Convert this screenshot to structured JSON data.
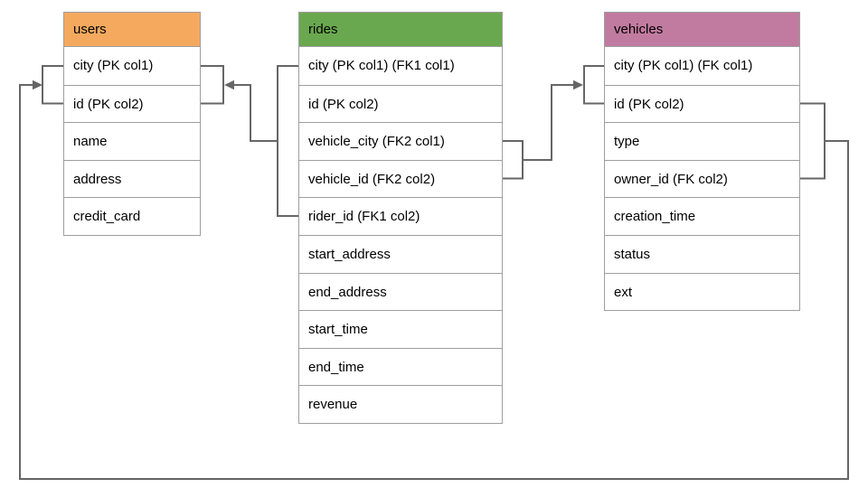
{
  "diagram": {
    "background_color": "#ffffff",
    "line_color": "#666666",
    "border_color": "#9e9e9e",
    "text_color": "#000000",
    "tables": [
      {
        "id": "users",
        "title": "users",
        "header_color": "#f5a95f",
        "columns": [
          "city (PK col1)",
          "id (PK col2)",
          "name",
          "address",
          "credit_card"
        ]
      },
      {
        "id": "rides",
        "title": "rides",
        "header_color": "#6aa84f",
        "columns": [
          "city (PK col1) (FK1 col1)",
          "id (PK col2)",
          "vehicle_city (FK2 col1)",
          "vehicle_id (FK2 col2)",
          "rider_id (FK1 col2)",
          "start_address",
          "end_address",
          "start_time",
          "end_time",
          "revenue"
        ]
      },
      {
        "id": "vehicles",
        "title": "vehicles",
        "header_color": "#c27ba0",
        "columns": [
          "city (PK col1) (FK col1)",
          "id (PK col2)",
          "type",
          "owner_id (FK col2)",
          "creation_time",
          "status",
          "ext"
        ]
      }
    ],
    "relationships": [
      {
        "from_table": "rides",
        "from_columns": [
          "city (FK1 col1)",
          "rider_id (FK1 col2)"
        ],
        "to_table": "users",
        "to_columns": [
          "city (PK col1)",
          "id (PK col2)"
        ]
      },
      {
        "from_table": "rides",
        "from_columns": [
          "vehicle_city (FK2 col1)",
          "vehicle_id (FK2 col2)"
        ],
        "to_table": "vehicles",
        "to_columns": [
          "city (PK col1)",
          "id (PK col2)"
        ]
      },
      {
        "from_table": "vehicles",
        "from_columns": [
          "id (PK col2)",
          "owner_id (FK col2)"
        ],
        "to_table": "users",
        "to_columns": [
          "city (PK col1)",
          "id (PK col2)"
        ]
      }
    ]
  }
}
